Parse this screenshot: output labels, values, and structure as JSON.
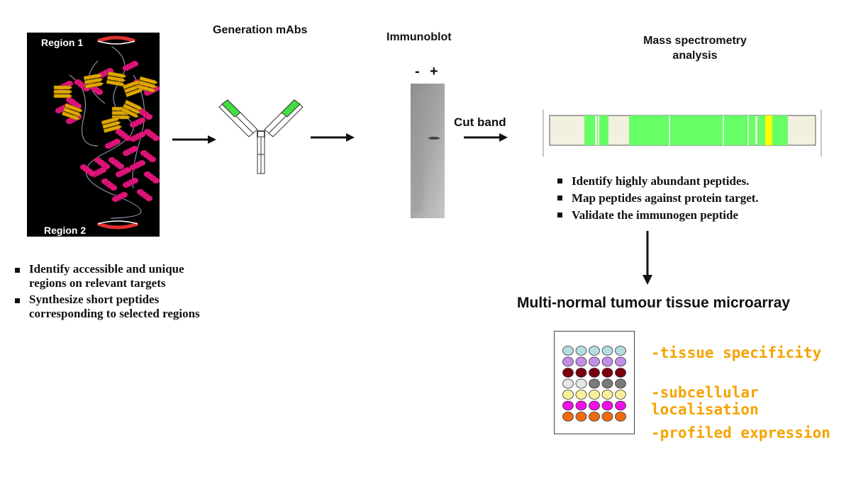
{
  "protein": {
    "region1": "Region 1",
    "region2": "Region 2"
  },
  "steps": {
    "generation": "Generation mAbs",
    "immunoblot": "Immunoblot",
    "blot_minus": "-",
    "blot_plus": "+",
    "cut_band": "Cut band",
    "ms_title_line1": "Mass spectrometry",
    "ms_title_line2": "analysis",
    "tma_title": "Multi-normal tumour tissue microarray"
  },
  "left_bullets": [
    "Identify accessible and unique regions on relevant targets",
    "Synthesize short peptides corresponding to selected regions"
  ],
  "ms_bullets": [
    "Identify highly abundant peptides.",
    "Map peptides against protein target.",
    "Validate the immunogen peptide"
  ],
  "outcomes": [
    "-tissue specificity",
    "-subcellular localisation",
    "-profiled expression"
  ],
  "colors": {
    "helix": "#e0157a",
    "sheet": "#e0a800",
    "antibody_tip": "#44dd44",
    "ms_background": "#f2f0de",
    "ms_match": "#66ff66",
    "ms_immunogen": "#ffff00",
    "outcome_text": "#f5a300",
    "region_arc": "#e03030"
  },
  "tma_rows": [
    "#b4dde0",
    "#c48ee8",
    "#7a0010",
    "#cfcfcf",
    "#fbf09a",
    "#ef10e8",
    "#ef6b10"
  ]
}
